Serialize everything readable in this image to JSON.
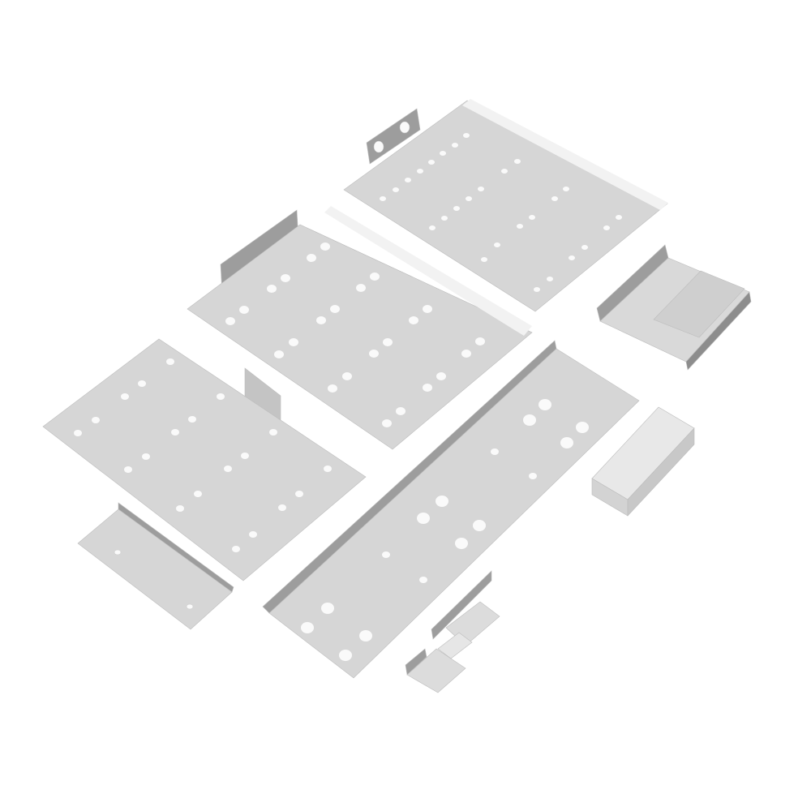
{
  "scene": {
    "description_visible_text": "",
    "colors": {
      "background": "#ffffff",
      "plate": "#d6d6d6",
      "plate_edge": "#bdbdbd",
      "flange": "#9d9d9d",
      "flange_light": "#c4c4c4",
      "strip": "#f2f2f2",
      "hole": "#fafafa",
      "box_top": "#e4e4e4"
    },
    "parts": [
      "top-plate",
      "middle-plate",
      "left-plate",
      "small-left-plate",
      "long-channel",
      "right-tray",
      "right-box",
      "small-bracket-upper",
      "small-bracket-lower"
    ]
  }
}
